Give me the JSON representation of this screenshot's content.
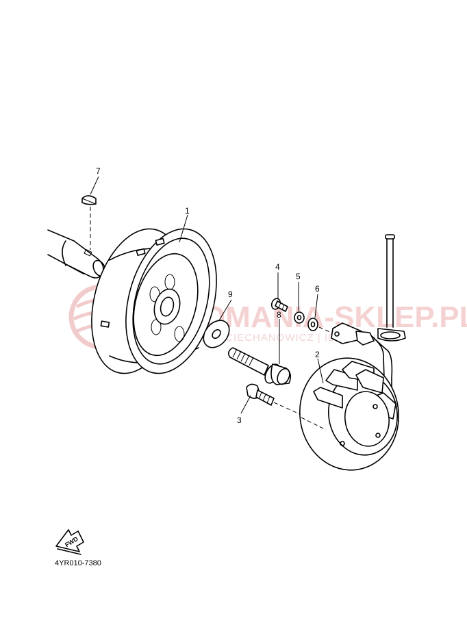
{
  "parts": [
    {
      "number": "1"
    },
    {
      "number": "2"
    },
    {
      "number": "3"
    },
    {
      "number": "4"
    },
    {
      "number": "5"
    },
    {
      "number": "6"
    },
    {
      "number": "7"
    },
    {
      "number": "8"
    },
    {
      "number": "9"
    }
  ],
  "direction_arrow": "FWD",
  "diagram_code": "4YR010-7380",
  "watermark": {
    "text": "MOTOMANIA-SKLEP.PL",
    "subtext": "WOJCIECH CIECHANOWICZ | IDEALECIA"
  }
}
